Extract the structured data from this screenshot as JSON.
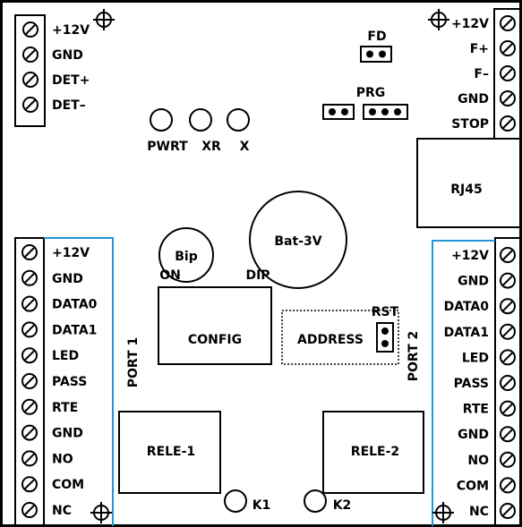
{
  "top_left_terminal": [
    "+12V",
    "GND",
    "DET+",
    "DET–"
  ],
  "top_right_terminal": [
    "+12V",
    "F+",
    "F–",
    "GND",
    "STOP"
  ],
  "jumpers": {
    "fd": "FD",
    "prg": "PRG",
    "rst": "RST"
  },
  "leds": [
    "PWRT",
    "XR",
    "X"
  ],
  "components": {
    "bip": "Bip",
    "battery": "Bat-3V",
    "rj45": "RJ45",
    "config": "CONFIG",
    "address": "ADDRESS",
    "rele1": "RELE-1",
    "rele2": "RELE-2",
    "k1": "K1",
    "k2": "K2",
    "on": "ON",
    "dip": "DIP"
  },
  "port1": {
    "label": "PORT 1",
    "pins": [
      "+12V",
      "GND",
      "DATA0",
      "DATA1",
      "LED",
      "PASS",
      "RTE",
      "GND",
      "NO",
      "COM",
      "NC"
    ]
  },
  "port2": {
    "label": "PORT 2",
    "pins": [
      "+12V",
      "GND",
      "DATA0",
      "DATA1",
      "LED",
      "PASS",
      "RTE",
      "GND",
      "NO",
      "COM",
      "NC"
    ]
  }
}
